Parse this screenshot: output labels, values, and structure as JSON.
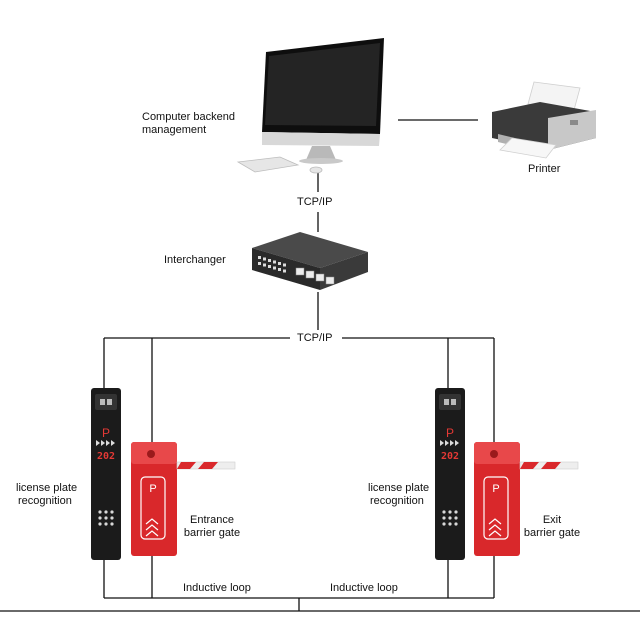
{
  "labels": {
    "computer_line1": "Computer backend",
    "computer_line2": "management",
    "printer": "Printer",
    "tcpip_top": "TCP/IP",
    "interchanger": "Interchanger",
    "tcpip_bottom": "TCP/IP",
    "lpr_left_line1": "license plate",
    "lpr_left_line2": "recognition",
    "lpr_right_line1": "license plate",
    "lpr_right_line2": "recognition",
    "entrance_line1": "Entrance",
    "entrance_line2": "barrier gate",
    "exit_line1": "Exit",
    "exit_line2": "barrier gate",
    "loop_left": "Inductive loop",
    "loop_right": "Inductive loop"
  },
  "devices": {
    "camera_display_left": "202",
    "camera_display_right": "202",
    "parking_symbol": "P"
  },
  "colors": {
    "line": "#111111",
    "barrier_red": "#d9282b",
    "device_black": "#1b1b1b",
    "display_red": "#e53935"
  }
}
